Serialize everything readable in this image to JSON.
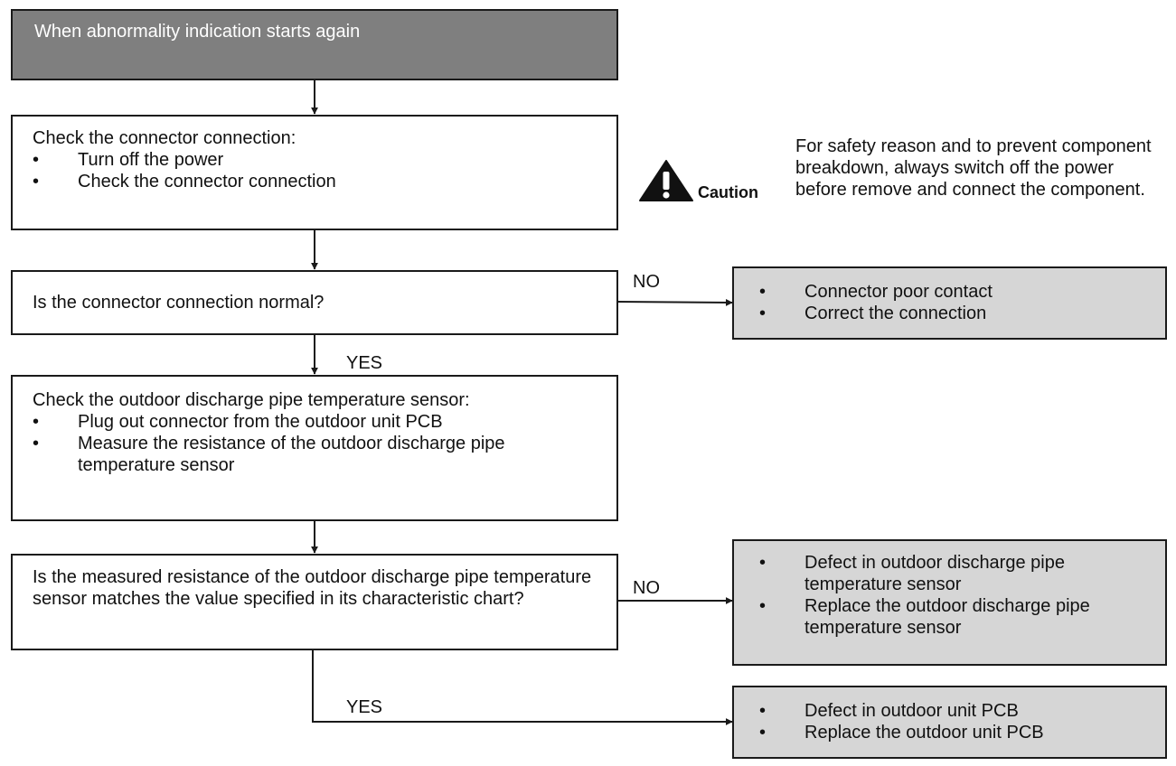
{
  "start": {
    "text": "When abnormality indication starts again"
  },
  "step1": {
    "title": "Check the connector connection:",
    "bullets": [
      "Turn off the power",
      "Check the connector connection"
    ]
  },
  "caution": {
    "label": "Caution",
    "text": "For safety reason and to prevent component breakdown, always switch off the power before remove and connect the component."
  },
  "decision1": {
    "text": "Is the connector connection normal?",
    "no_label": "NO",
    "yes_label": "YES"
  },
  "result1": {
    "bullets": [
      "Connector poor contact",
      "Correct the connection"
    ]
  },
  "step2": {
    "title": "Check the outdoor discharge pipe temperature sensor:",
    "bullets": [
      "Plug out connector from the outdoor unit PCB",
      "Measure the resistance of the outdoor discharge pipe temperature sensor"
    ]
  },
  "decision2": {
    "text": "Is the measured resistance of the outdoor discharge pipe temperature sensor matches the value specified in its characteristic chart?",
    "no_label": "NO",
    "yes_label": "YES"
  },
  "result2": {
    "bullets": [
      "Defect in outdoor discharge pipe temperature sensor",
      "Replace the outdoor discharge pipe temperature sensor"
    ]
  },
  "result3": {
    "bullets": [
      "Defect in outdoor unit PCB",
      "Replace the outdoor unit PCB"
    ]
  },
  "colors": {
    "start_fill": "#7f7f7f",
    "result_fill": "#d6d6d6",
    "line": "#1a1a1a"
  }
}
